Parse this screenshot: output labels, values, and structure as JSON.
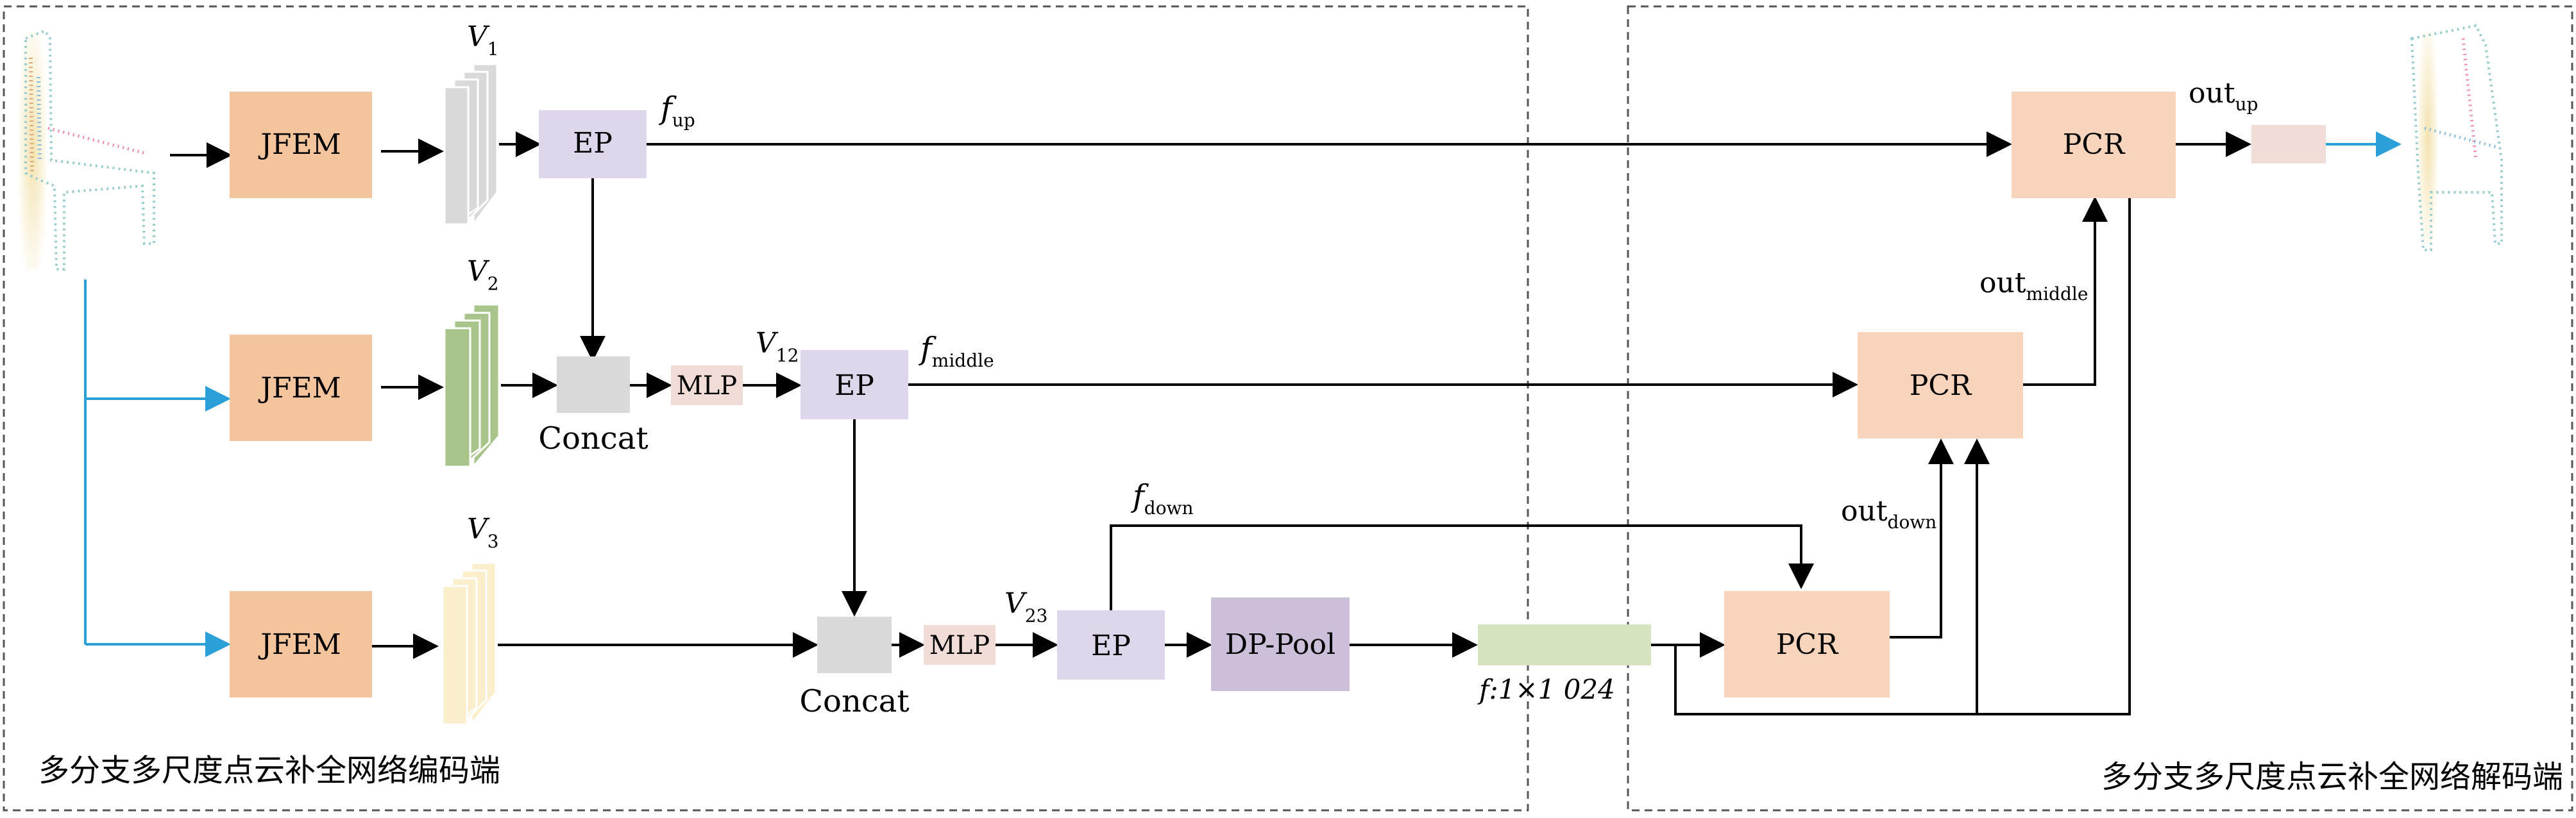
{
  "diagram": {
    "encoder_title": "多分支多尺度点云补全网络编码端",
    "decoder_title": "多分支多尺度点云补全网络解码端",
    "jfem_label": "JFEM",
    "ep_label": "EP",
    "mlp_label": "MLP",
    "concat_label": "Concat",
    "dp_pool_label": "DP-Pool",
    "pcr_label": "PCR",
    "v1": {
      "base": "V",
      "sub": "1"
    },
    "v2": {
      "base": "V",
      "sub": "2"
    },
    "v3": {
      "base": "V",
      "sub": "3"
    },
    "v12": {
      "base": "V",
      "sub": "12"
    },
    "v23": {
      "base": "V",
      "sub": "23"
    },
    "f_up": {
      "base": "f",
      "sub": "up"
    },
    "f_middle": {
      "base": "f",
      "sub": "middle"
    },
    "f_down": {
      "base": "f",
      "sub": "down"
    },
    "f_global": "f:1×1 024",
    "out_up": {
      "base": "out",
      "sub": "up"
    },
    "out_middle": {
      "base": "out",
      "sub": "middle"
    },
    "out_down": {
      "base": "out",
      "sub": "down"
    },
    "colors": {
      "jfem": "#f4c49c",
      "ep": "#ded6ea",
      "mlp": "#f2dcd8",
      "concat": "#d9d9d9",
      "dp_pool": "#cbbfd9",
      "pcr": "#f8d4bc",
      "global_feature": "#d5e4bf",
      "out_block": "#f2dcd8",
      "blue_arrow": "#2a9fd8",
      "v1_stack": "#d9d9d9",
      "v2_stack": "#a9c48a",
      "v3_stack": "#fbeeca"
    }
  }
}
